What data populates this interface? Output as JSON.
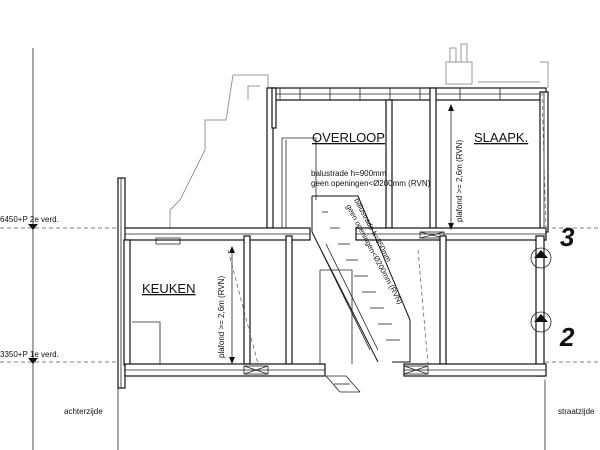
{
  "rooms": {
    "overloop": "OVERLOOP",
    "slaapk": "SLAAPK.",
    "keuken": "KEUKEN"
  },
  "annotations": {
    "balustrade_900": "balustrade h=900mm",
    "openingen_1": "geen openingen<Ø200mm (RVN)",
    "balustrade_850": "balustrade h=850mm",
    "openingen_2": "geen openingen<Ø200mm (RVN)",
    "plafond_slaapk": "plafond >= 2,6m (RVN)",
    "plafond_keuken": "plafond >= 2,6m (RVN)"
  },
  "levels": {
    "level_2e": "6450+P  2e verd.",
    "level_1e": "3350+P  1e verd."
  },
  "sides": {
    "left": "achterzijde",
    "right": "straatzijde"
  },
  "markers": {
    "marker_3": "3",
    "marker_2": "2"
  }
}
